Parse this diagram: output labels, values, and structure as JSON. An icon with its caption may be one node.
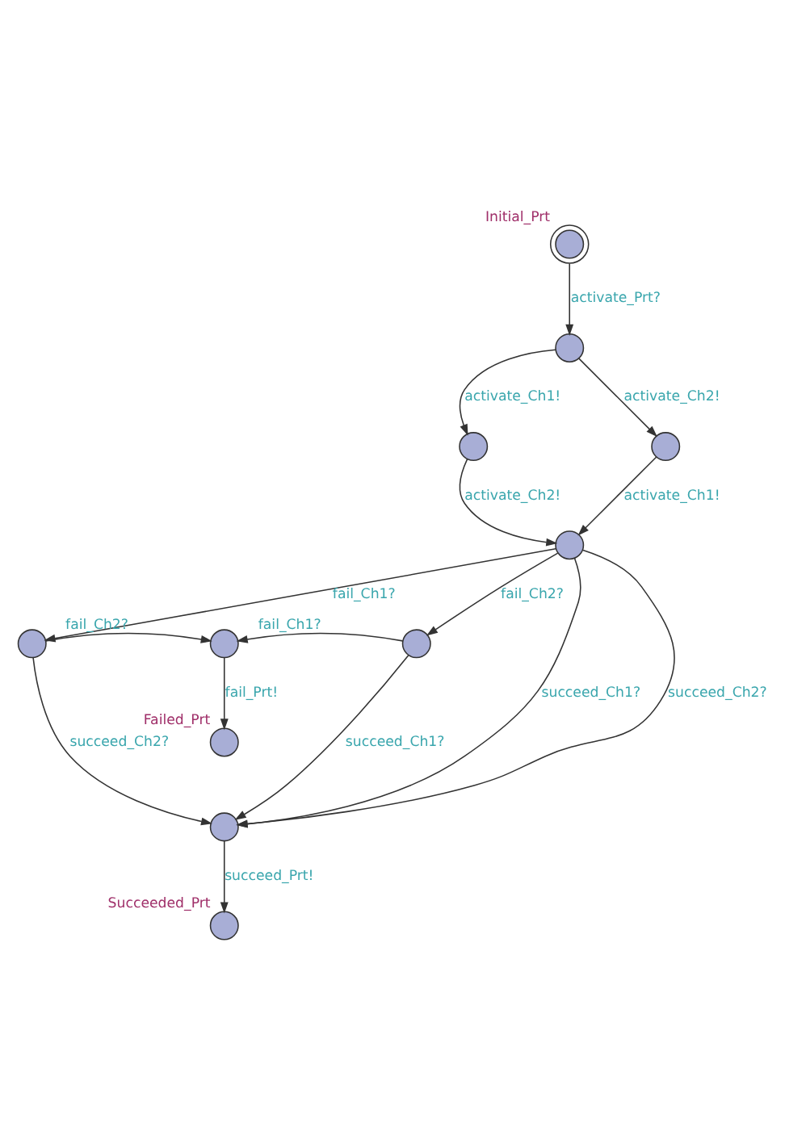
{
  "diagram": {
    "nodes": [
      {
        "text": [],
        "shape": "circle",
        "beside": [
          "Initial_Prt"
        ]
      },
      {
        "text": [],
        "shape": "circle"
      },
      {
        "text": [],
        "shape": "circle"
      },
      {
        "text": [],
        "shape": "circle"
      },
      {
        "text": [],
        "shape": "circle"
      },
      {
        "text": [],
        "shape": "circle"
      },
      {
        "text": [],
        "shape": "circle"
      },
      {
        "text": [],
        "shape": "circle"
      },
      {
        "text": [],
        "shape": "circle",
        "beside": [
          "Failed_Prt"
        ]
      },
      {
        "text": [],
        "shape": "circle"
      },
      {
        "text": [],
        "shape": "circle",
        "beside": [
          "Succeeded_Prt"
        ]
      }
    ],
    "edges": [
      {
        "from": 0,
        "to": 1,
        "arrow": "to",
        "label": "activate_Prt?"
      },
      {
        "from": 1,
        "to": 2,
        "arrow": "to",
        "label": "activate_Ch1!"
      },
      {
        "from": 1,
        "to": 3,
        "arrow": "to",
        "label": "activate_Ch2!"
      },
      {
        "from": 2,
        "to": 4,
        "arrow": "to",
        "label": "activate_Ch2!"
      },
      {
        "from": 3,
        "to": 4,
        "arrow": "to",
        "label": "activate_Ch1!"
      },
      {
        "from": 4,
        "to": 5,
        "arrow": "to",
        "label": "fail_Ch1?"
      },
      {
        "from": 4,
        "to": 7,
        "arrow": "to",
        "label": "fail_Ch2?"
      },
      {
        "from": 4,
        "to": 9,
        "arrow": "to",
        "label": "succeed_Ch1?"
      },
      {
        "from": 4,
        "to": 9,
        "arrow": "to",
        "label": "succeed_Ch2?"
      },
      {
        "from": 5,
        "to": 6,
        "arrow": "to",
        "label": "fail_Ch2?"
      },
      {
        "from": 7,
        "to": 6,
        "arrow": "to",
        "label": "fail_Ch1?"
      },
      {
        "from": 6,
        "to": 8,
        "arrow": "to",
        "label": "fail_Prt!"
      },
      {
        "from": 5,
        "to": 9,
        "arrow": "to",
        "label": "succeed_Ch2?"
      },
      {
        "from": 7,
        "to": 9,
        "arrow": "to",
        "label": "succeed_Ch1?"
      },
      {
        "from": 9,
        "to": 10,
        "arrow": "to",
        "label": "succeed_Prt!"
      }
    ]
  }
}
